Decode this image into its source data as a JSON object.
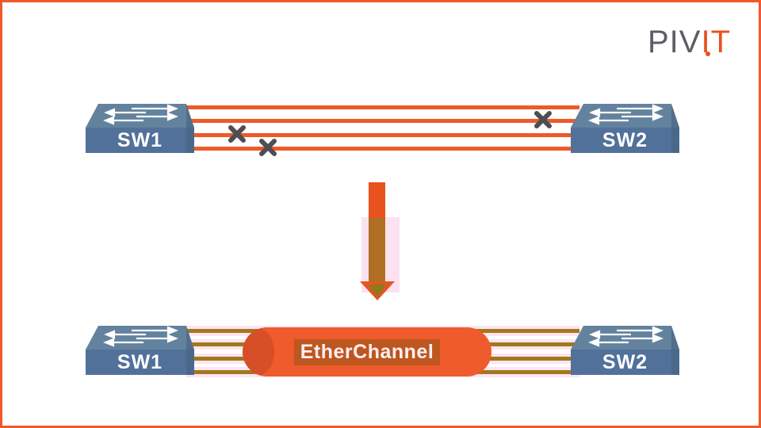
{
  "logo": {
    "text_gray": "PIV",
    "text_orange": "IT"
  },
  "top_diagram": {
    "left_switch_label": "SW1",
    "right_switch_label": "SW2",
    "link_count": 4,
    "failed_link_marks": 3
  },
  "transition": {
    "arrow_direction": "down"
  },
  "bottom_diagram": {
    "left_switch_label": "SW1",
    "right_switch_label": "SW2",
    "bundle_label": "EtherChannel",
    "link_count": 4
  },
  "colors": {
    "accent_orange": "#ee5a29",
    "logo_orange": "#e8521f",
    "logo_gray": "#5b5e64",
    "switch_top_face": "#63829e",
    "switch_front_face": "#52719a",
    "link_orange": "#ee5a29",
    "bundled_link_olive": "#a1781c",
    "highlight_pink": "#fbd9ee",
    "x_mark_gray": "#4d4d52",
    "cylinder_orange": "#ef5b2b"
  }
}
